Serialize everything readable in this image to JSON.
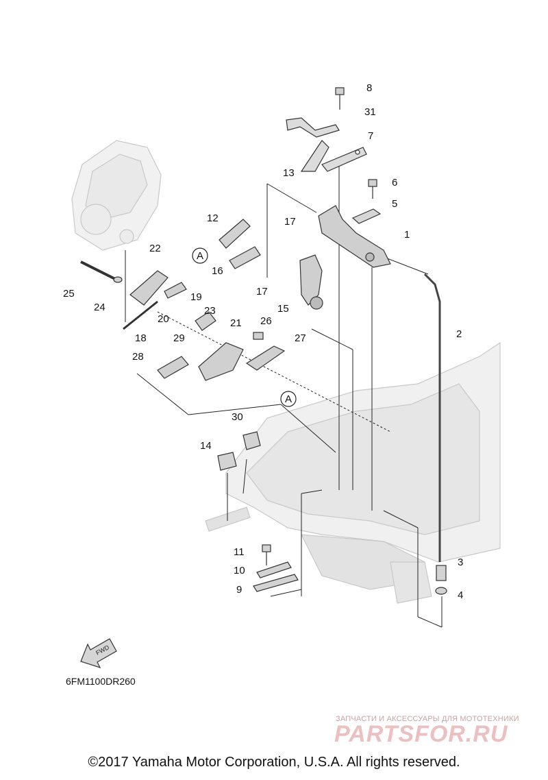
{
  "diagram": {
    "part_labels": {
      "p1": "1",
      "p2": "2",
      "p3": "3",
      "p4": "4",
      "p5": "5",
      "p6": "6",
      "p7": "7",
      "p8": "8",
      "p9": "9",
      "p10": "10",
      "p11": "11",
      "p12": "12",
      "p13": "13",
      "p14": "14",
      "p15": "15",
      "p16": "16",
      "p17a": "17",
      "p17b": "17",
      "p18": "18",
      "p19": "19",
      "p20": "20",
      "p21": "21",
      "p22": "22",
      "p23": "23",
      "p24": "24",
      "p25": "25",
      "p26": "26",
      "p27": "27",
      "p28": "28",
      "p29": "29",
      "p30": "30",
      "p31": "31"
    },
    "ref_markers": {
      "a1": "A",
      "a2": "A"
    },
    "fwd_arrow": "FWD",
    "drawing_code": "6FM1100DR260"
  },
  "watermark": {
    "tagline": "ЗАПЧАСТИ И АКСЕССУАРЫ ДЛЯ МОТОТЕХНИКИ",
    "brand": "PARTSFOR.RU"
  },
  "footer": {
    "copyright": "©2017 Yamaha Motor Corporation, U.S.A. All rights reserved."
  }
}
